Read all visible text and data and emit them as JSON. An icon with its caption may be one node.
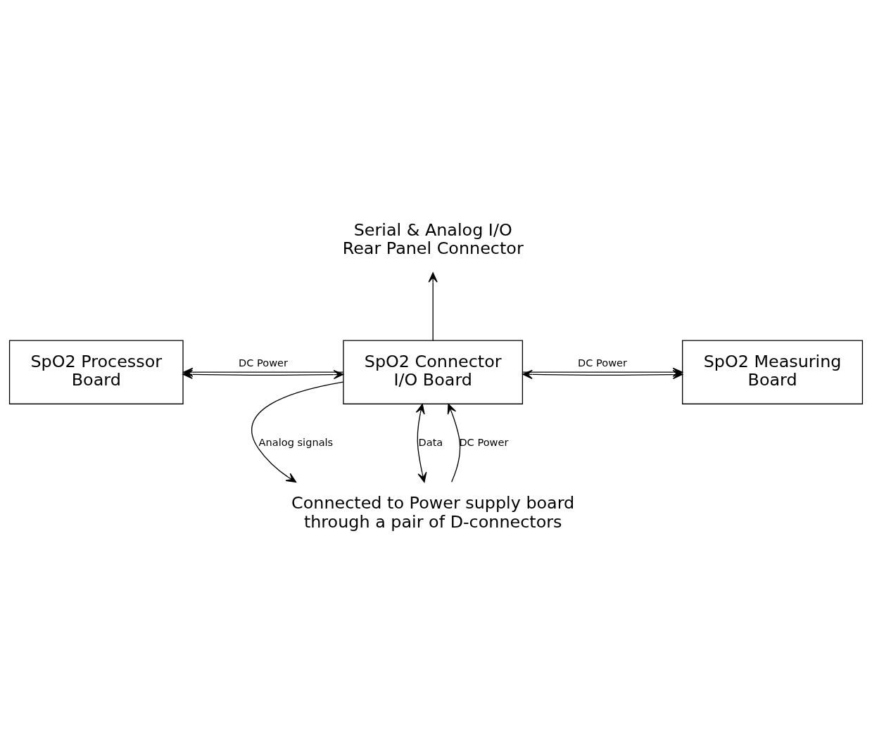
{
  "diagram": {
    "nodes": [
      {
        "text": [
          "SpO2 Processor Board"
        ]
      },
      {
        "text": [
          "SpO2 Connector I/O Board"
        ]
      },
      {
        "text": [
          "SpO2 Measuring Board"
        ]
      },
      {
        "text": [
          "Serial & Analog I/O Rear Panel Connector"
        ]
      },
      {
        "text": [
          "Connected to Power supply board through a pair of D-connectors"
        ]
      }
    ],
    "edges": [
      {
        "from": 1,
        "to": 0,
        "arrow": "both"
      },
      {
        "from": 1,
        "to": 0,
        "arrow": "to",
        "label": "DC Power"
      },
      {
        "from": 1,
        "to": 2,
        "arrow": "both"
      },
      {
        "from": 1,
        "to": 2,
        "arrow": "to",
        "label": "DC Power"
      },
      {
        "from": 1,
        "to": 3,
        "arrow": "to"
      },
      {
        "from": 1,
        "to": 4,
        "arrow": "to",
        "label": "Analog signals"
      },
      {
        "from": 1,
        "to": 4,
        "arrow": "both",
        "label": "Data"
      },
      {
        "from": 4,
        "to": 1,
        "arrow": "to",
        "label": "DC Power"
      }
    ]
  }
}
